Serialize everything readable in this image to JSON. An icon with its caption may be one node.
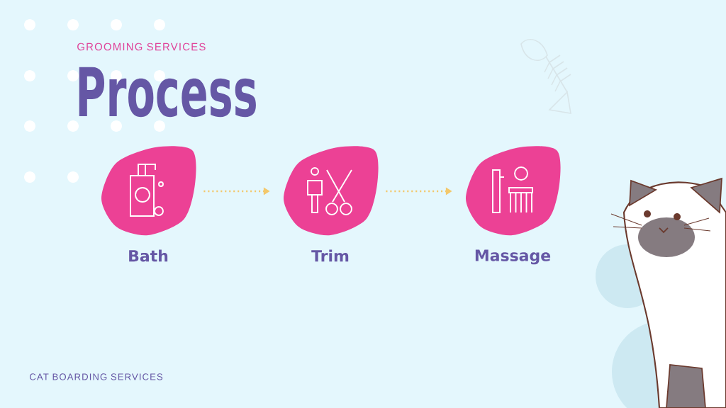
{
  "diagram": {
    "title": "Process",
    "nodes": [
      {
        "text": [
          "Bath"
        ]
      },
      {
        "text": [
          "Trim"
        ]
      },
      {
        "text": [
          "Massage"
        ]
      }
    ],
    "edges": [
      {
        "from": 0,
        "to": 1,
        "arrow": "to"
      },
      {
        "from": 1,
        "to": 2,
        "arrow": "to"
      }
    ],
    "labels": [
      "GROOMING SERVICES",
      "CAT BOARDING SERVICES"
    ]
  }
}
